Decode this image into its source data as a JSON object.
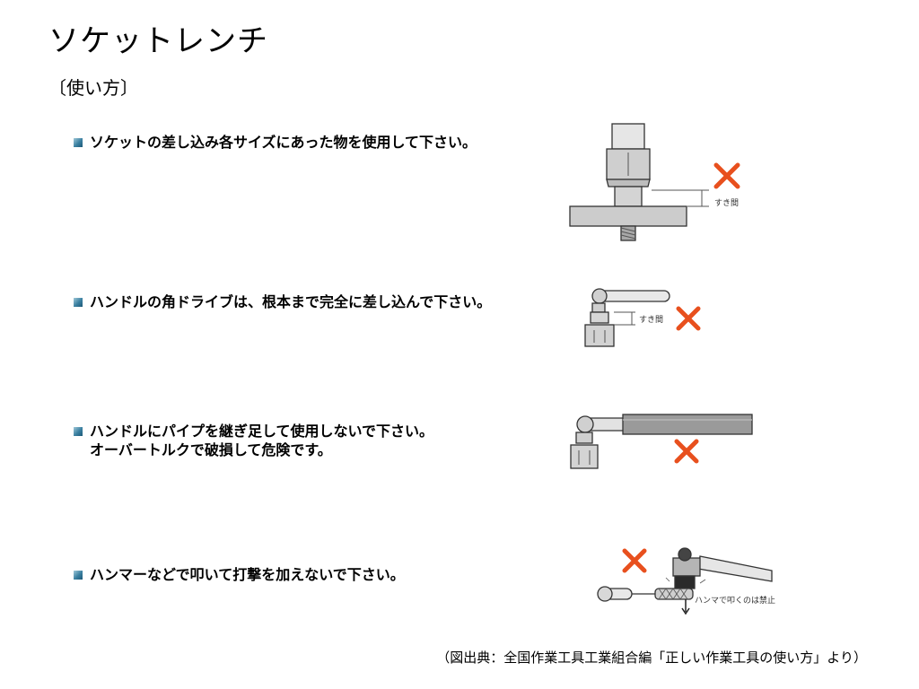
{
  "title": "ソケットレンチ",
  "subtitle": "〔使い方〕",
  "items": [
    {
      "lines": [
        "ソケットの差し込み各サイズにあった物を使用して下さい。"
      ],
      "illustration_label": "すき間"
    },
    {
      "lines": [
        "ハンドルの角ドライブは、根本まで完全に差し込んで下さい。"
      ],
      "illustration_label": "すき間"
    },
    {
      "lines": [
        "ハンドルにパイプを継ぎ足して使用しないで下さい。",
        "オーバートルクで破損して危険です。"
      ]
    },
    {
      "lines": [
        "ハンマーなどで叩いて打撃を加えないで下さい。"
      ],
      "illustration_label": "ハンマで叩くのは禁止"
    }
  ],
  "caption": "（図出典：全国作業工具工業組合編「正しい作業工具の使い方」より）",
  "colors": {
    "cross": "#e8501e",
    "bullet": "#2f7596",
    "metal": "#c8c8c8"
  }
}
